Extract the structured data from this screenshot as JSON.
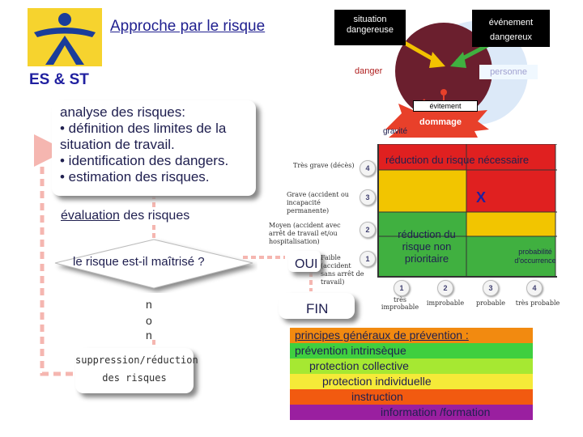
{
  "header": {
    "title": "Approche par le risque",
    "subtitle": "ES & ST"
  },
  "process": {
    "analyse_lines": [
      "analyse des risques:",
      "• définition des limites de la",
      "situation de travail.",
      "• identification des dangers.",
      "• estimation des risques."
    ],
    "evaluation_underlined": "évaluation",
    "evaluation_rest": " des risques",
    "question": "le risque est-il maîtrisé ?",
    "no_letters": [
      "n",
      "o",
      "n"
    ],
    "suppression_lines": [
      "suppression/réduction",
      "des risques"
    ],
    "yes": "OUI",
    "end": "FIN"
  },
  "risk_model": {
    "situation_lines": [
      "situation",
      "dangereuse"
    ],
    "event_lines": [
      "événement",
      "dangereux"
    ],
    "danger": "danger",
    "person": "personne",
    "avoidance": "évitement",
    "damage": "dommage",
    "colors": {
      "danger_circle": "#6b1f2e",
      "person_circle": "#dce9f8",
      "star": "#e8402a",
      "arrow_yellow": "#f2c200",
      "arrow_green": "#40b040",
      "dashed_arrow": "#f5b6b0"
    }
  },
  "matrix": {
    "gravity_axis": "gravité",
    "probability_axis": "probabilité d'occurrence",
    "severity_levels": [
      {
        "num": "4",
        "label": "Très grave (décès)"
      },
      {
        "num": "3",
        "label": "Grave (accident ou incapacité permanente)"
      },
      {
        "num": "2",
        "label": "Moyen (accident avec arrêt de travail et/ou hospitalisation)"
      },
      {
        "num": "1",
        "label": "Faible (accident sans arrêt de travail)"
      }
    ],
    "probability_levels": [
      {
        "num": "1",
        "label": "très improbable"
      },
      {
        "num": "2",
        "label": "improbable"
      },
      {
        "num": "3",
        "label": "probable"
      },
      {
        "num": "4",
        "label": "très probable"
      }
    ],
    "high_zone": "réduction du risque nécessaire",
    "low_zone": "réduction du risque non prioritaire",
    "marker": "X",
    "colors": {
      "high": "#e02020",
      "mid": "#f2c500",
      "low": "#40b040",
      "line": "#333333"
    }
  },
  "principles": {
    "title": "principes généraux de prévention :",
    "items": [
      {
        "text": "prévention intrinsèque",
        "color": "#3fcf3f"
      },
      {
        "text": "protection collective",
        "color": "#a6e832"
      },
      {
        "text": "protection individuelle",
        "color": "#f5ea38"
      },
      {
        "text": "instruction",
        "color": "#f25a10"
      },
      {
        "text": "information /formation",
        "color": "#9a1fa0"
      }
    ],
    "title_color": "#f28a10"
  }
}
